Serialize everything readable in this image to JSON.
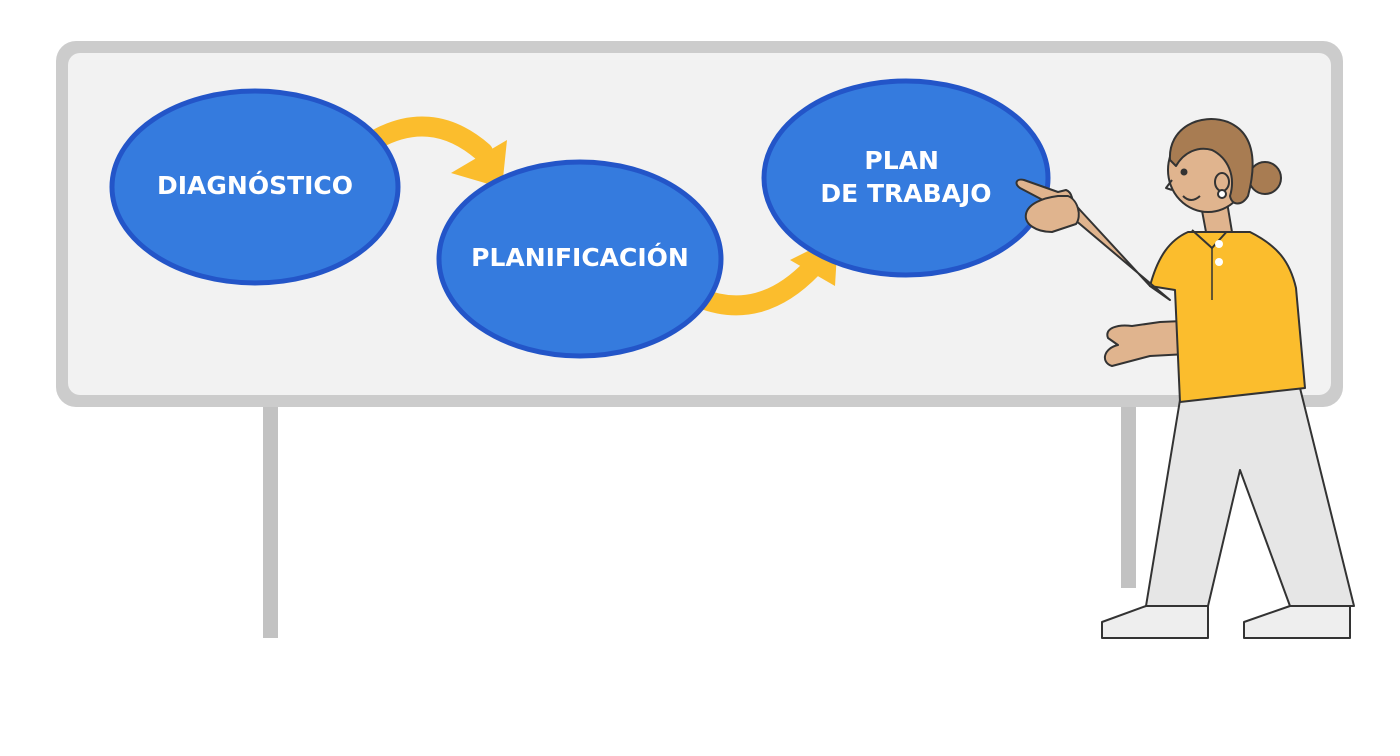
{
  "nodes": [
    {
      "id": "diagnostico",
      "label_lines": [
        "DIAGNÓSTICO"
      ]
    },
    {
      "id": "planificacion",
      "label_lines": [
        "PLANIFICACIÓN"
      ]
    },
    {
      "id": "plan-de-trabajo",
      "label_lines": [
        "PLAN",
        "DE TRABAJO"
      ]
    }
  ],
  "edges": [
    {
      "from": "diagnostico",
      "to": "planificacion"
    },
    {
      "from": "planificacion",
      "to": "plan-de-trabajo"
    }
  ],
  "colors": {
    "node_fill": "#357bde",
    "node_stroke": "#2355c8",
    "arrow": "#fbbd2d",
    "board_fill": "#f2f2f2",
    "board_frame": "#cccccc",
    "shirt": "#fbbd2d",
    "skin": "#e0b48e",
    "hair": "#a87c52",
    "pants": "#e6e6e6"
  },
  "icons": [
    "whiteboard-icon",
    "presenter-woman-icon"
  ]
}
